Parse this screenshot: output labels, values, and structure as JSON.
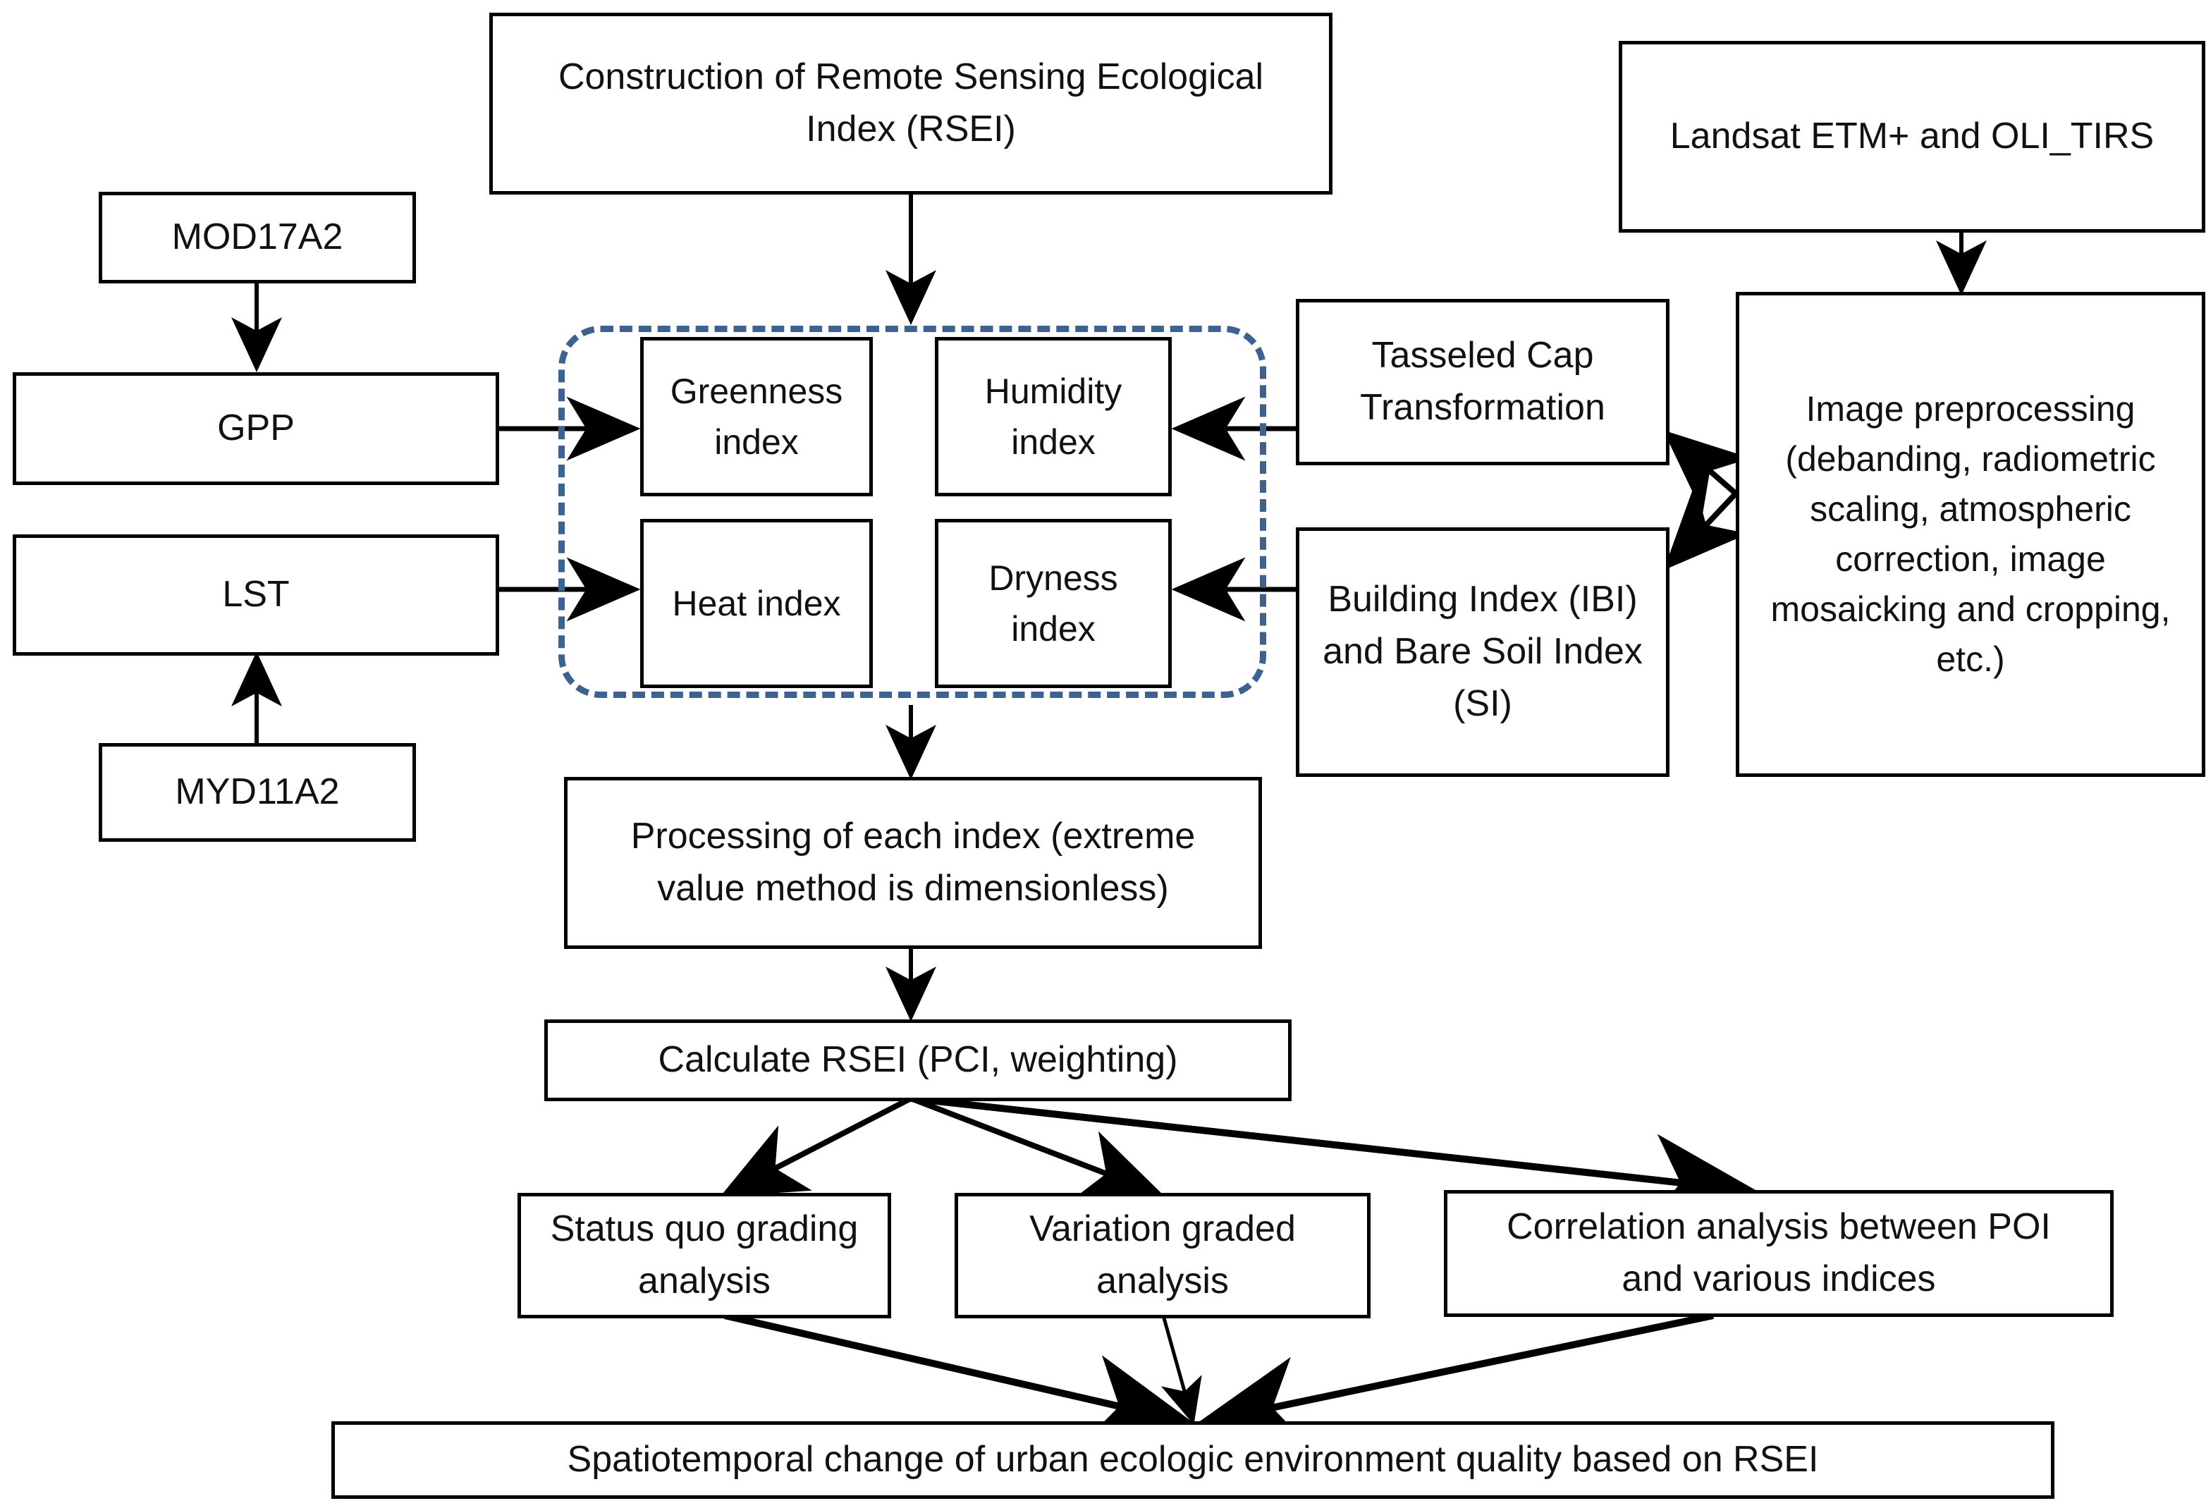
{
  "diagram": {
    "title_box": {
      "label": "Construction of Remote Sensing Ecological\nIndex (RSEI)"
    },
    "sources": {
      "landsat": "Landsat ETM+  and  OLI_TIRS",
      "mod17a2": "MOD17A2",
      "gpp": "GPP",
      "lst": "LST",
      "myd11a2": "MYD11A2"
    },
    "indices": {
      "greenness": "Greenness\nindex",
      "humidity": "Humidity\nindex",
      "heat": "Heat index",
      "dryness": "Dryness\nindex"
    },
    "processing": {
      "tasseled_cap": "Tasseled Cap\nTransformation",
      "building_index": "Building Index (IBI)\nand Bare Soil Index\n(SI)",
      "preprocessing": "Image preprocessing\n(debanding, radiometric\nscaling, atmospheric\ncorrection, image\nmosaicking and cropping,\netc.)",
      "each_index": "Processing of each index (extreme\nvalue method is dimensionless)",
      "calculate_rsei": "Calculate RSEI (PCI, weighting)"
    },
    "analyses": {
      "status_quo": "Status quo grading\nanalysis",
      "variation": "Variation graded\nanalysis",
      "correlation": "Correlation analysis between  POI\nand various indices"
    },
    "conclusion": {
      "label": "Spatiotemporal change of urban ecologic environment quality based on RSEI"
    },
    "colors": {
      "dashed_border": "#3d628f",
      "box_border": "#000000",
      "text": "#111111",
      "background": "#ffffff"
    }
  }
}
